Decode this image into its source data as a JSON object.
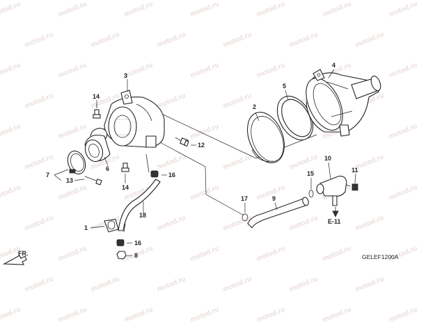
{
  "watermark": "motod.ru",
  "diagram_code": "GELEF1200A",
  "direction_label": "FR.",
  "reference_label": "E-11",
  "callouts": {
    "c1": "1",
    "c2": "2",
    "c3": "3",
    "c4": "4",
    "c5": "5",
    "c6": "6",
    "c7": "7",
    "c8": "8",
    "c9": "9",
    "c10": "10",
    "c11": "11",
    "c12": "12",
    "c13": "13",
    "c14a": "14",
    "c14b": "14",
    "c15": "15",
    "c16a": "16",
    "c16b": "16",
    "c17": "17",
    "c18": "18"
  }
}
